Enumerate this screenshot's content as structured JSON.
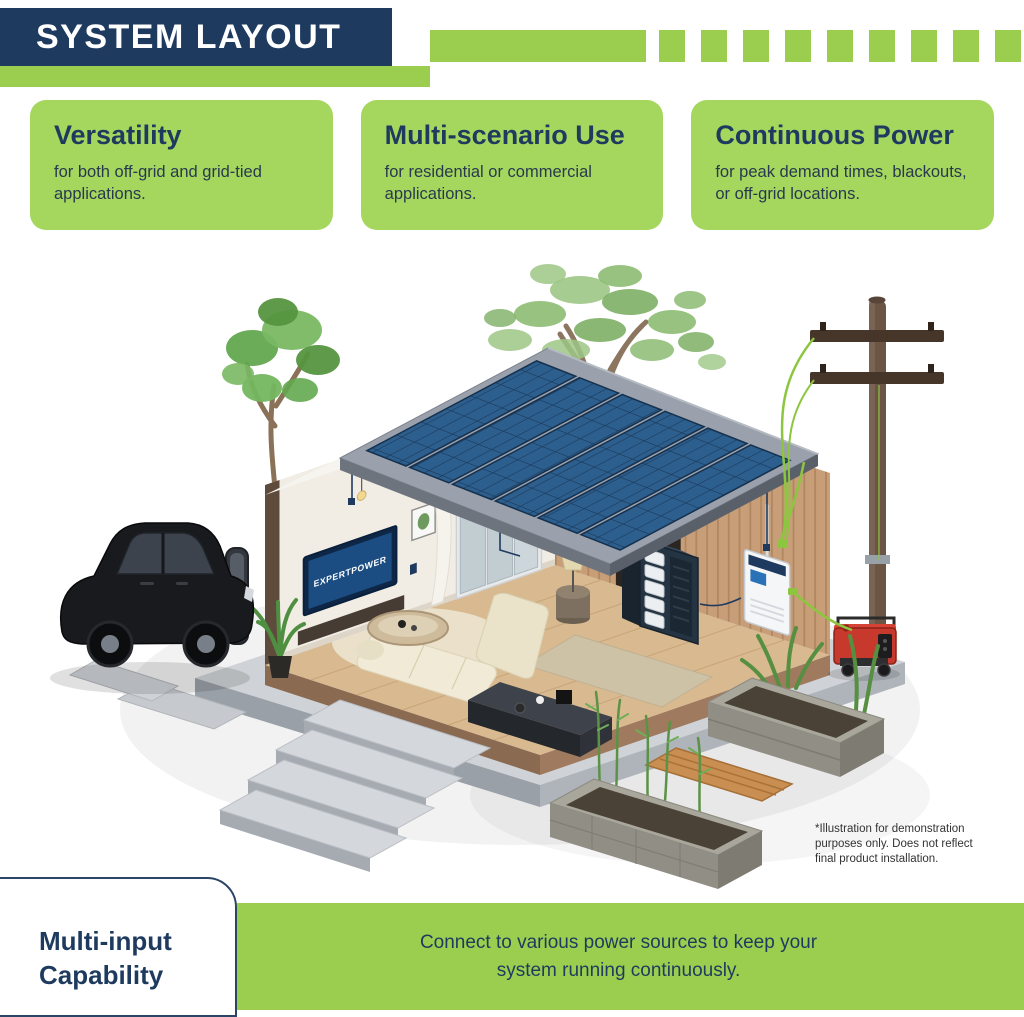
{
  "header": {
    "title": "SYSTEM LAYOUT"
  },
  "cards": [
    {
      "title": "Versatility",
      "body": "for both off-grid and grid-tied applications."
    },
    {
      "title": "Multi-scenario Use",
      "body": "for residential or commercial applications."
    },
    {
      "title": "Continuous Power",
      "body": "for peak demand times, blackouts, or off-grid locations."
    }
  ],
  "illustration": {
    "tv_brand": "EXPERTPOWER",
    "disclaimer": "*Illustration for demonstration purposes only. Does not reflect final product installation."
  },
  "footer": {
    "title": "Multi-input Capability",
    "message": "Connect to various power sources to keep your system running continuously."
  },
  "colors": {
    "navy": "#1E3A5F",
    "green": "#9BCE4F",
    "card_green": "#A5D75F"
  }
}
